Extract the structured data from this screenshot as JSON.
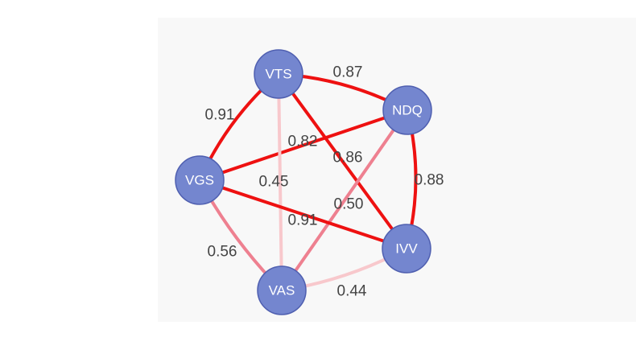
{
  "nodes": [
    {
      "id": "VTS",
      "label": "VTS"
    },
    {
      "id": "NDQ",
      "label": "NDQ"
    },
    {
      "id": "VGS",
      "label": "VGS"
    },
    {
      "id": "IVV",
      "label": "IVV"
    },
    {
      "id": "VAS",
      "label": "VAS"
    }
  ],
  "edges": [
    {
      "source": "VTS",
      "target": "NDQ",
      "weight": 0.87,
      "label": "0.87"
    },
    {
      "source": "VTS",
      "target": "VGS",
      "weight": 0.91,
      "label": "0.91"
    },
    {
      "source": "NDQ",
      "target": "VGS",
      "weight": 0.82,
      "label": "0.82"
    },
    {
      "source": "VTS",
      "target": "IVV",
      "weight": 0.86,
      "label": "0.86"
    },
    {
      "source": "NDQ",
      "target": "IVV",
      "weight": 0.88,
      "label": "0.88"
    },
    {
      "source": "VTS",
      "target": "VAS",
      "weight": 0.45,
      "label": "0.45"
    },
    {
      "source": "NDQ",
      "target": "VAS",
      "weight": 0.5,
      "label": "0.50"
    },
    {
      "source": "VGS",
      "target": "IVV",
      "weight": 0.91,
      "label": "0.91"
    },
    {
      "source": "VGS",
      "target": "VAS",
      "weight": 0.56,
      "label": "0.56"
    },
    {
      "source": "VAS",
      "target": "IVV",
      "weight": 0.44,
      "label": "0.44"
    }
  ],
  "colors": {
    "node_fill": "#7486cf",
    "node_stroke": "#4f5fb0",
    "edge_strong": "#ee1111",
    "edge_mid": "#ee8090",
    "edge_weak": "#f8c8cc",
    "label_text": "#444444"
  }
}
